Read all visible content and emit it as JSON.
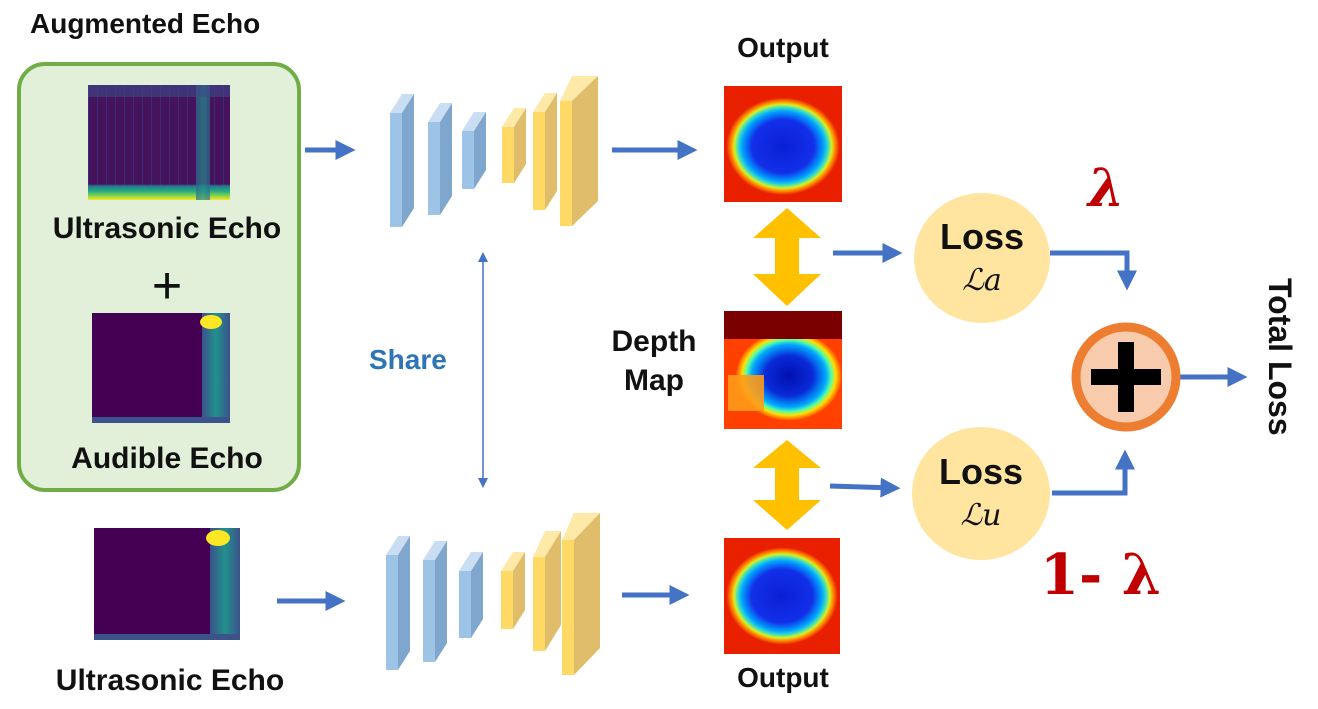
{
  "labels": {
    "augmented_title": "Augmented Echo",
    "ultrasonic_echo_top": "Ultrasonic Echo",
    "plus_sign": "+",
    "audible_echo": "Audible Echo",
    "ultrasonic_echo_bottom": "Ultrasonic Echo",
    "share": "Share",
    "output_top": "Output",
    "output_bottom": "Output",
    "depth_map_line1": "Depth",
    "depth_map_line2": "Map",
    "loss_a": "Loss",
    "loss_a_symbol": "ℒa",
    "loss_u": "Loss",
    "loss_u_symbol": "ℒu",
    "lambda": "λ",
    "one_minus_lambda": "1- λ",
    "total_loss": "Total Loss"
  },
  "colors": {
    "arrow_blue": "#4472c4",
    "share_text": "#2e75b6",
    "encoder_blue": "#9dc3e6",
    "decoder_orange": "#ffd966",
    "double_arrow": "#ffc000",
    "loss_circle": "#ffe5a0",
    "sum_circle_fill": "#f8cbad",
    "sum_circle_border": "#ed7d31",
    "lambda_red": "#c00000",
    "box_fill": "#e2efd9",
    "box_border": "#70ad47",
    "spectrogram_bg": "#440154"
  },
  "icons": {
    "sum": "plus-in-circle-icon",
    "share_arrow": "vertical-double-arrow-icon"
  }
}
